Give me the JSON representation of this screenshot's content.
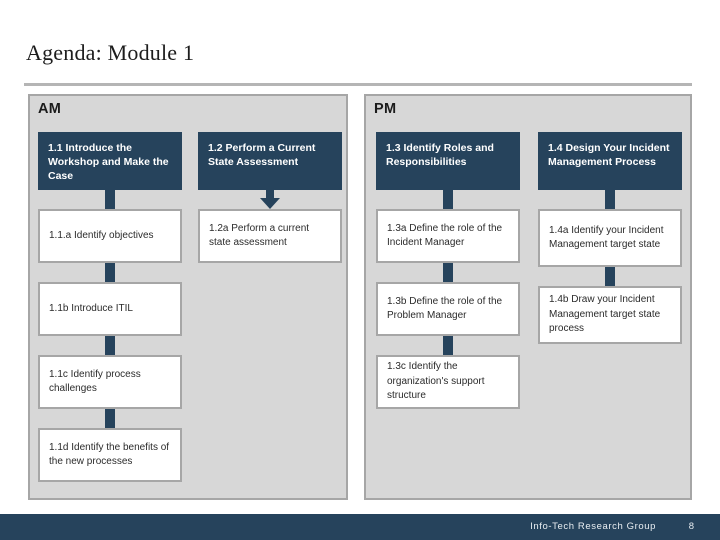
{
  "slide": {
    "title": "Agenda: Module 1",
    "page_number": "8",
    "footer_text": "Info-Tech Research Group",
    "colors": {
      "header_box": "#26435c",
      "panel_fill": "#d7d7d7",
      "panel_border": "#a6a6a6",
      "step_border": "#a6a6a6",
      "footer_bar": "#26435c",
      "rule": "#b5b5b5"
    }
  },
  "panels": [
    {
      "id": "am",
      "label": "AM",
      "columns": [
        {
          "id": "col-1",
          "header": "1.1 Introduce the Workshop and Make the Case",
          "steps": [
            {
              "label": "1.1.a Identify objectives",
              "connector": "bar"
            },
            {
              "label": "1.1b Introduce ITIL",
              "connector": "bar"
            },
            {
              "label": "1.1c Identify process challenges",
              "connector": "bar"
            },
            {
              "label": "1.1d Identify the benefits of the new processes",
              "connector": "arrow"
            }
          ]
        },
        {
          "id": "col-2",
          "header": "1.2 Perform a Current State Assessment",
          "steps": [
            {
              "label": "1.2a Perform a current state assessment",
              "connector": "arrow"
            }
          ]
        }
      ]
    },
    {
      "id": "pm",
      "label": "PM",
      "columns": [
        {
          "id": "col-3",
          "header": "1.3 Identify Roles and Responsibilities",
          "steps": [
            {
              "label": "1.3a Define the role of the Incident Manager",
              "connector": "bar"
            },
            {
              "label": "1.3b Define the role of the Problem Manager",
              "connector": "bar"
            },
            {
              "label": "1.3c Identify the organization's support structure",
              "connector": "arrow"
            }
          ]
        },
        {
          "id": "col-4",
          "header": "1.4 Design Your Incident Management Process",
          "steps": [
            {
              "label": "1.4a Identify your Incident Management target state",
              "connector": "bar"
            },
            {
              "label": "1.4b Draw your Incident Management target state process",
              "connector": "arrow"
            }
          ]
        }
      ]
    }
  ]
}
